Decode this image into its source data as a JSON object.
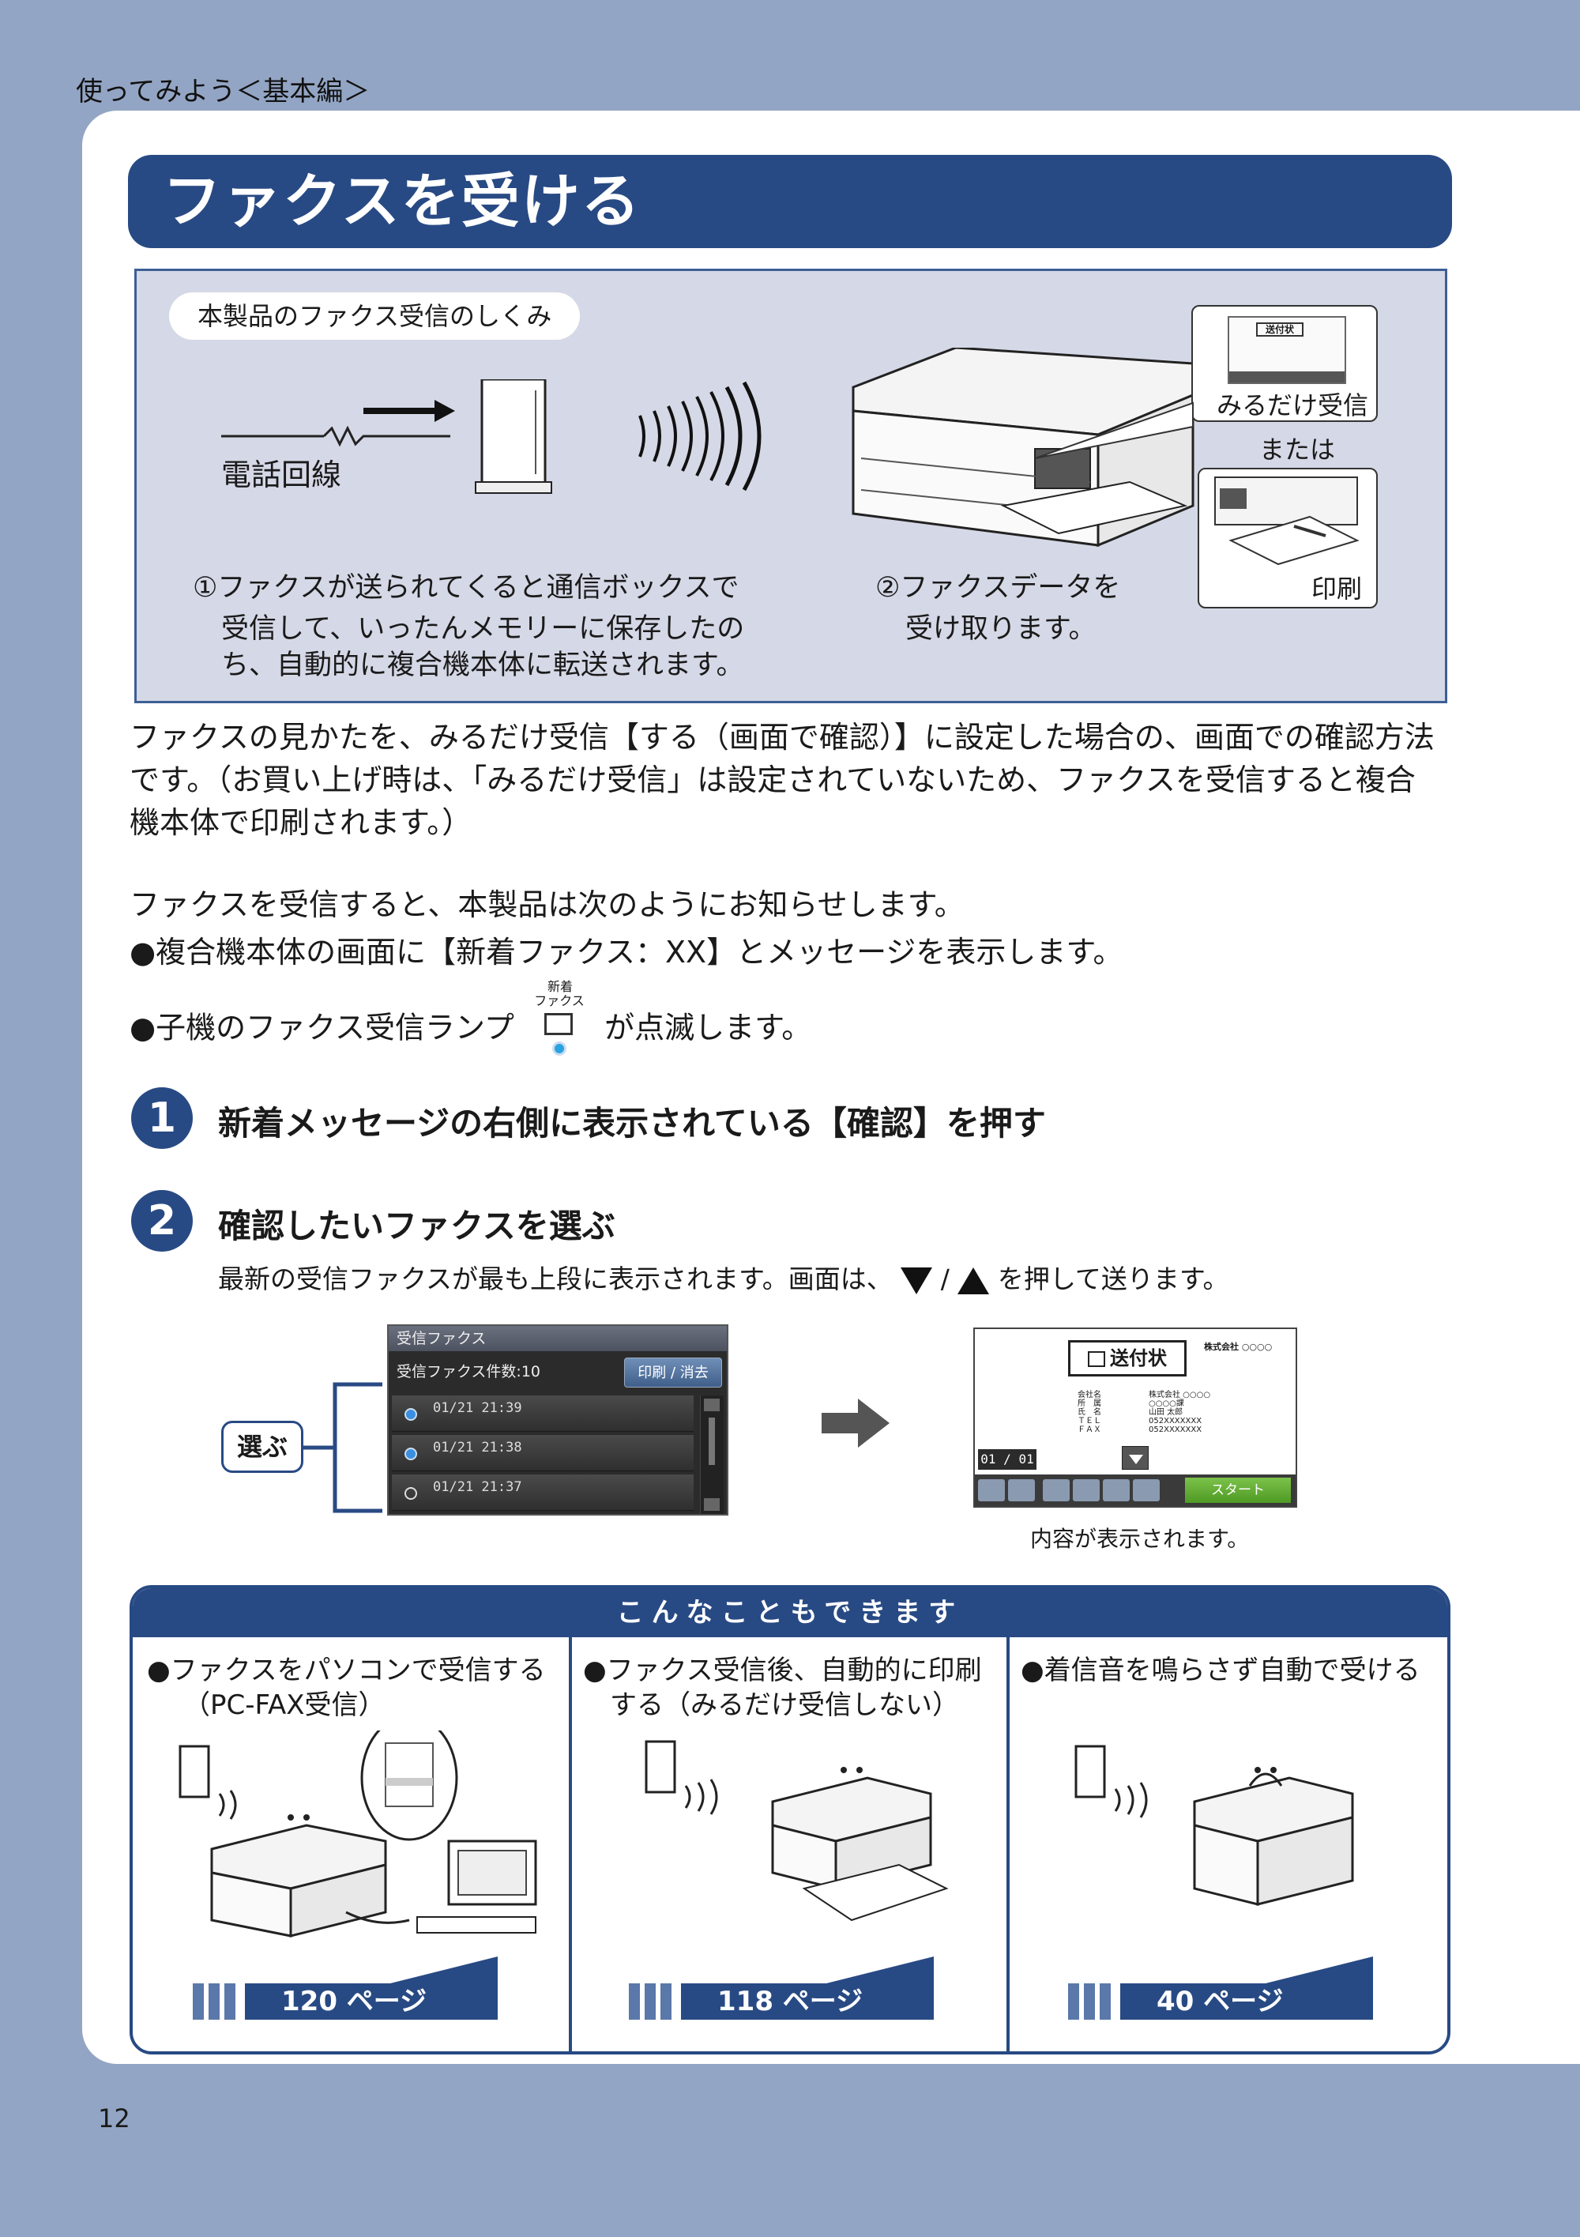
{
  "header": "使ってみよう＜基本編＞",
  "title": "ファクスを受ける",
  "mechanism": {
    "pill": "本製品のファクス受信のしくみ",
    "phone_line": "電話回線",
    "step1_line1": "①ファクスが送られてくると通信ボックスで",
    "step1_line2": "受信して、いったんメモリーに保存したの",
    "step1_line3": "ち、自動的に複合機本体に転送されます。",
    "step2_line1": "②ファクスデータを",
    "step2_line2": "受け取ります。",
    "view_only": "みるだけ受信",
    "or": "または",
    "print": "印刷",
    "mini_cover_title": "送付状"
  },
  "intro": {
    "line1": "ファクスの見かたを、みるだけ受信【する（画面で確認）】に設定した場合の、画面での確認方法",
    "line2": "です。（お買い上げ時は、「みるだけ受信」は設定されていないため、ファクスを受信すると複合",
    "line3": "機本体で印刷されます。）",
    "notify": "ファクスを受信すると、本製品は次のようにお知らせします。",
    "bullet1": "●複合機本体の画面に【新着ファクス：XX】とメッセージを表示します。",
    "bullet2_pre": "●子機のファクス受信ランプ",
    "bullet2_post": "が点滅します。",
    "lamp_label1": "新着",
    "lamp_label2": "ファクス"
  },
  "steps": [
    {
      "num": "1",
      "text": "新着メッセージの右側に表示されている【確認】を押す"
    },
    {
      "num": "2",
      "text": "確認したいファクスを選ぶ"
    }
  ],
  "step2_sub_pre": "最新の受信ファクスが最も上段に表示されます。画面は、",
  "step2_sub_slash": "/",
  "step2_sub_post": "を押して送ります。",
  "fax_list": {
    "title": "受信ファクス",
    "count": "受信ファクス件数:10",
    "print_delete": "印刷 / 消去",
    "rows": [
      "01/21 21:39",
      "01/21 21:38",
      "01/21 21:37"
    ]
  },
  "select_label": "選ぶ",
  "cover": {
    "title": "送付状",
    "company": "株式会社 ○○○○",
    "page": "01 / 01",
    "start": "スタート",
    "fields": [
      "会社名",
      "所　属",
      "氏　名",
      "ＴＥＬ",
      "ＦＡＸ"
    ],
    "values": [
      "株式会社 ○○○○",
      "○○○○課",
      "山田 太郎",
      "052XXXXXXX",
      "052XXXXXXX"
    ]
  },
  "content_shown": "内容が表示されます。",
  "can_do": {
    "title": "こんなこともできます",
    "features": [
      {
        "line1": "●ファクスをパソコンで受信する",
        "line2": "（PC-FAX受信）",
        "ref": "120 ページ"
      },
      {
        "line1": "●ファクス受信後、自動的に印刷",
        "line2": "する（みるだけ受信しない）",
        "ref": "118 ページ"
      },
      {
        "line1": "●着信音を鳴らさず自動で受ける",
        "line2": "",
        "ref": "40 ページ"
      }
    ]
  },
  "page_number": "12",
  "colors": {
    "navy": "#284a84",
    "background": "#93a5c4",
    "panel": "#d5d8e6"
  }
}
